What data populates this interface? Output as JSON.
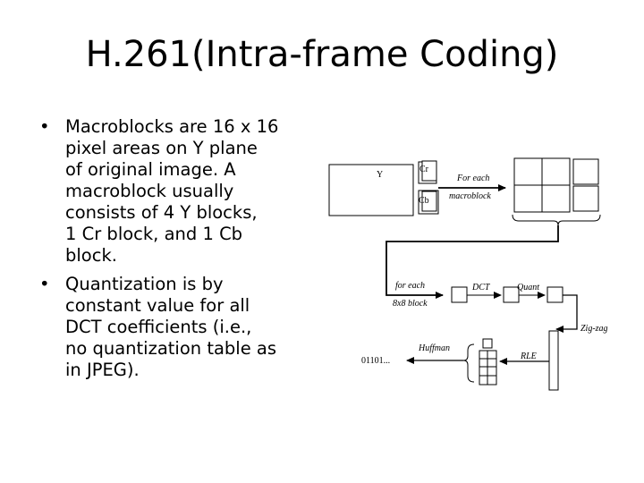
{
  "title": "H.261(Intra-frame Coding)",
  "bullets": [
    {
      "marker": "•",
      "lines": [
        "Macroblocks are 16 x 16",
        "pixel areas on Y plane",
        "of original image. A",
        "macroblock usually",
        "consists of 4 Y blocks,",
        "1 Cr block, and 1 Cb",
        "block."
      ]
    },
    {
      "marker": "•",
      "lines": [
        "Quantization is by",
        "constant value for all",
        "DCT coefficients (i.e.,",
        "no quantization table as",
        "in JPEG)."
      ]
    }
  ],
  "diagram": {
    "y_label": "Y",
    "cr_label": "Cr",
    "cb_label": "Cb",
    "for_each_macroblock": [
      "For each",
      "macroblock"
    ],
    "for_each_block": [
      "for each",
      "8x8 block"
    ],
    "dct": "DCT",
    "quant": "Quant",
    "zigzag": "Zig-zag",
    "huffman": "Huffman",
    "rle": "RLE",
    "output": "01101..."
  }
}
